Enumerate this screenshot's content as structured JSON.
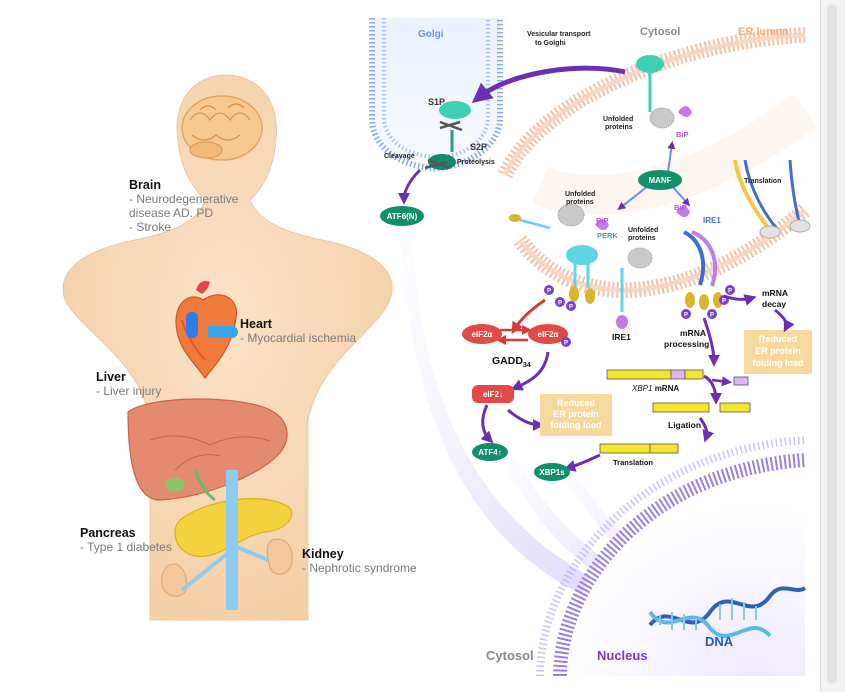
{
  "organs": {
    "brain": {
      "title": "Brain",
      "lines": [
        "- Neurodegenerative",
        "disease AD. PD",
        "- Stroke"
      ]
    },
    "heart": {
      "title": "Heart",
      "lines": [
        "- Myocardial ischemia"
      ]
    },
    "liver": {
      "title": "Liver",
      "lines": [
        "- Liver injury"
      ]
    },
    "pancreas": {
      "title": "Pancreas",
      "lines": [
        "- Type 1 diabetes"
      ]
    },
    "kidney": {
      "title": "Kidney",
      "lines": [
        "- Nephrotic syndrome"
      ]
    }
  },
  "compartments": {
    "golgi": "Golgi",
    "cytosol_top": "Cytosol",
    "er_lumen": "ER lumen",
    "cytosol_bottom": "Cytosol",
    "nucleus": "Nucleus",
    "dna": "DNA"
  },
  "pathway": {
    "vesicular": [
      "Vesicular transport",
      "to Golghi"
    ],
    "s1p": "S1P",
    "s2p": "S2P",
    "cleavage": "Cleavage",
    "proteolysis": "Proteolysis",
    "atf6n": "ATF6(N)",
    "unfolded_proteins": [
      "Unfolded",
      "proteins"
    ],
    "bip": "BiP",
    "manf": "MANF",
    "perk": "PERK",
    "ire1": "IRE1",
    "translation": "Translation",
    "p": "P",
    "eif2a": "eIF2α",
    "gadd": "GADD",
    "gadd_sub": "34",
    "eif2_down": "eIF2↓",
    "atf4_up": "ATF4↑",
    "mrna_decay": [
      "mRNA",
      "decay"
    ],
    "mrna_processing": [
      "mRNA",
      "processing"
    ],
    "xbp1_mrna_italic": "XBP1",
    "xbp1_mrna_rest": " mRNA",
    "ligation": "Ligation",
    "xbp1s": "XBP1s",
    "reduced": [
      "Reduced",
      "ER protein",
      "folding load"
    ]
  },
  "colors": {
    "node_green": "#0f8f6a",
    "node_red": "#e24a4a",
    "arrow_purple": "#6b2fb5",
    "reduced_box": "#f7d9a0",
    "er_membrane": "#f0b79a",
    "nucleus": "#9a7fe0",
    "golgi": "#7fa3e6"
  },
  "icons": {
    "vertical_scrollbar": "scrollbar-track"
  }
}
